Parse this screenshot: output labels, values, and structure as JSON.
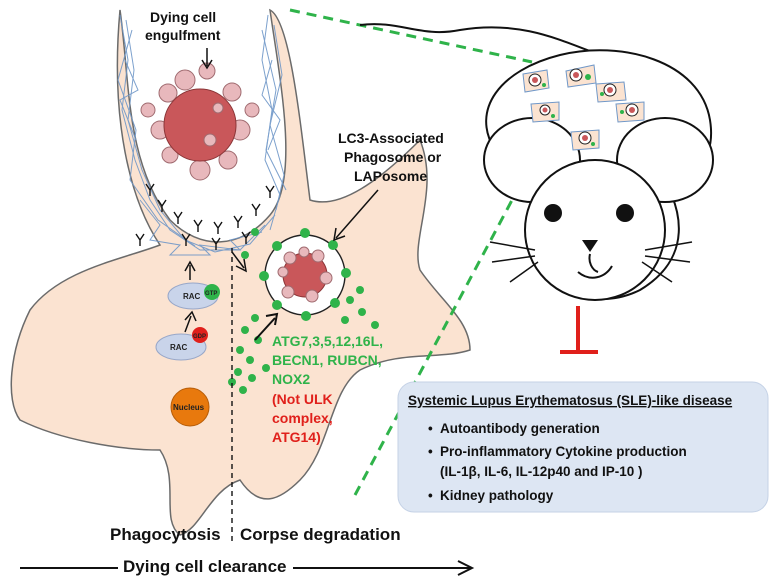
{
  "labels": {
    "dying_engulf_1": "Dying cell",
    "dying_engulf_2": "engulfment",
    "lap_1": "LC3-Associated",
    "lap_2": "Phagosome or",
    "lap_3": "LAPosome",
    "rac_top": "RAC",
    "gtp": "GTP",
    "rac_bottom": "RAC",
    "gdp": "GDP",
    "nucleus": "Nucleus",
    "atg_1": "ATG7,3,5,12,16L,",
    "atg_2": "BECN1, RUBCN,",
    "atg_3": "NOX2",
    "not_1": "(Not ULK",
    "not_2": "complex,",
    "not_3": "ATG14)",
    "phagocytosis": "Phagocytosis",
    "corpse": "Corpse degradation",
    "clearance": "Dying cell clearance"
  },
  "sle": {
    "title": "Systemic Lupus Erythematosus (SLE)-like disease",
    "item1": "Autoantibody generation",
    "item2": "Pro-inflammatory Cytokine production",
    "item2b": "(IL-1β, IL-6, IL-12p40 and IP-10 )",
    "item3": "Kidney pathology",
    "bullet": "•"
  },
  "colors": {
    "cell_fill": "#fbe3d1",
    "dying_cell": "#c9575a",
    "vesicle": "#e8b8bc",
    "green_dot": "#2fb34a",
    "inhibit": "#e0201b",
    "sle_box": "#dde6f3",
    "nucleus": "#e8790d",
    "rac": "#c9d4ea"
  }
}
